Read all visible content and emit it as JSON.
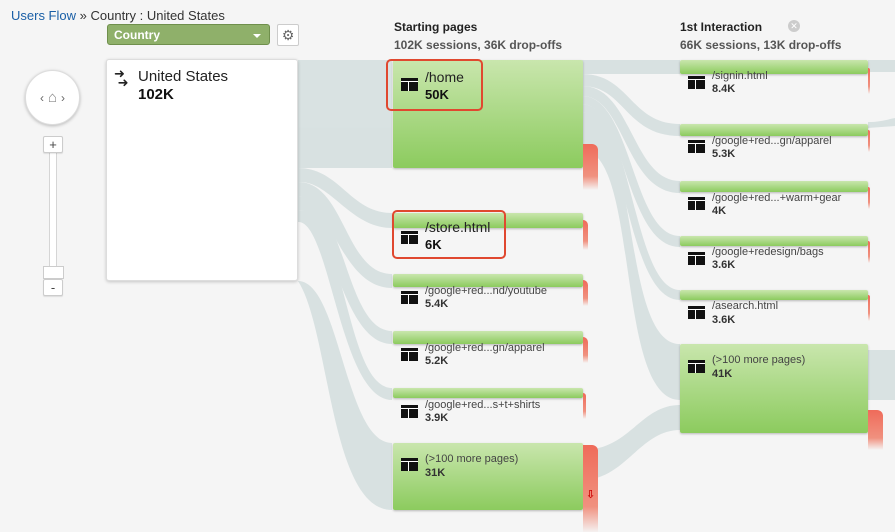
{
  "breadcrumb": {
    "root": "Users Flow",
    "separator": " » ",
    "current": "Country : United States"
  },
  "toolbar": {
    "dimension_label": "Country",
    "gear_icon": "gear-icon"
  },
  "navigator": {
    "prev": "‹",
    "home": "⌂",
    "next": "›",
    "zoom_in": "+",
    "zoom_out": "-"
  },
  "country_node": {
    "name": "United States",
    "value": "102K",
    "icon": "entrance-arrows-icon"
  },
  "columns": [
    {
      "title": "Starting pages",
      "summary": "102K sessions, 36K drop-offs"
    },
    {
      "title": "1st Interaction",
      "summary": "66K sessions, 13K drop-offs",
      "close_icon": "close-icon"
    }
  ],
  "starting_pages": [
    {
      "label": "/home",
      "count": "50K"
    },
    {
      "label": "/store.html",
      "count": "6K"
    },
    {
      "label": "/google+red...nd/youtube",
      "count": "5.4K"
    },
    {
      "label": "/google+red...gn/apparel",
      "count": "5.2K"
    },
    {
      "label": "/google+red...s+t+shirts",
      "count": "3.9K"
    },
    {
      "label": "(>100 more pages)",
      "count": "31K"
    }
  ],
  "first_interaction": [
    {
      "label": "/signin.html",
      "count": "8.4K"
    },
    {
      "label": "/google+red...gn/apparel",
      "count": "5.3K"
    },
    {
      "label": "/google+red...+warm+gear",
      "count": "4K"
    },
    {
      "label": "/google+redesign/bags",
      "count": "3.6K"
    },
    {
      "label": "/asearch.html",
      "count": "3.6K"
    },
    {
      "label": "(>100 more pages)",
      "count": "41K"
    }
  ],
  "drop_arrow": "⇩",
  "colors": {
    "node_green": "#8ccb5e",
    "dropoff_red": "#ef6b5a",
    "flow_gray": "#d8e0e0",
    "highlight": "#e0482f",
    "dropdown": "#8fb06a"
  }
}
